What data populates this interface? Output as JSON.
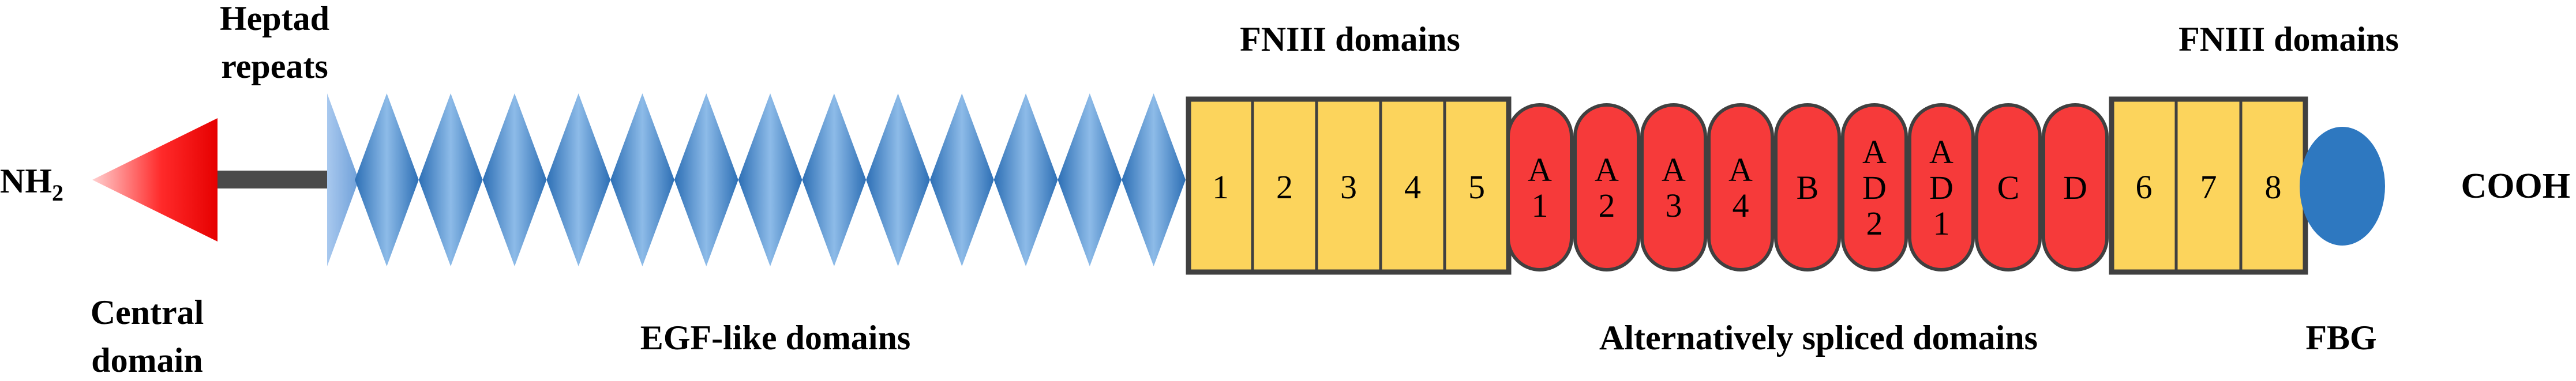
{
  "labels": {
    "nh2_main": "NH",
    "nh2_sub": "2",
    "heptad_line1": "Heptad",
    "heptad_line2": "repeats",
    "central_line1": "Central",
    "central_line2": "domain",
    "egf": "EGF-like domains",
    "fniii_left": "FNIII domains",
    "fniii_right": "FNIII domains",
    "alt_spliced": "Alternatively spliced domains",
    "fbg": "FBG",
    "cooh": "COOH"
  },
  "domains": {
    "egf_repeat_count": 13,
    "fniii_left": [
      "1",
      "2",
      "3",
      "4",
      "5"
    ],
    "alt_spliced": [
      [
        "A",
        "1"
      ],
      [
        "A",
        "2"
      ],
      [
        "A",
        "3"
      ],
      [
        "A",
        "4"
      ],
      [
        "B"
      ],
      [
        "A",
        "D",
        "2"
      ],
      [
        "A",
        "D",
        "1"
      ],
      [
        "C"
      ],
      [
        "D"
      ]
    ],
    "fniii_right": [
      "6",
      "7",
      "8"
    ]
  },
  "colors": {
    "central_domain": "#ff1a1a",
    "heptad": "#8cb4e6",
    "egf": "#3d7ec4",
    "fniii": "#fcd45c",
    "alt_spliced": "#f63a3a",
    "fbg": "#2e78c0",
    "outline": "#404040"
  }
}
